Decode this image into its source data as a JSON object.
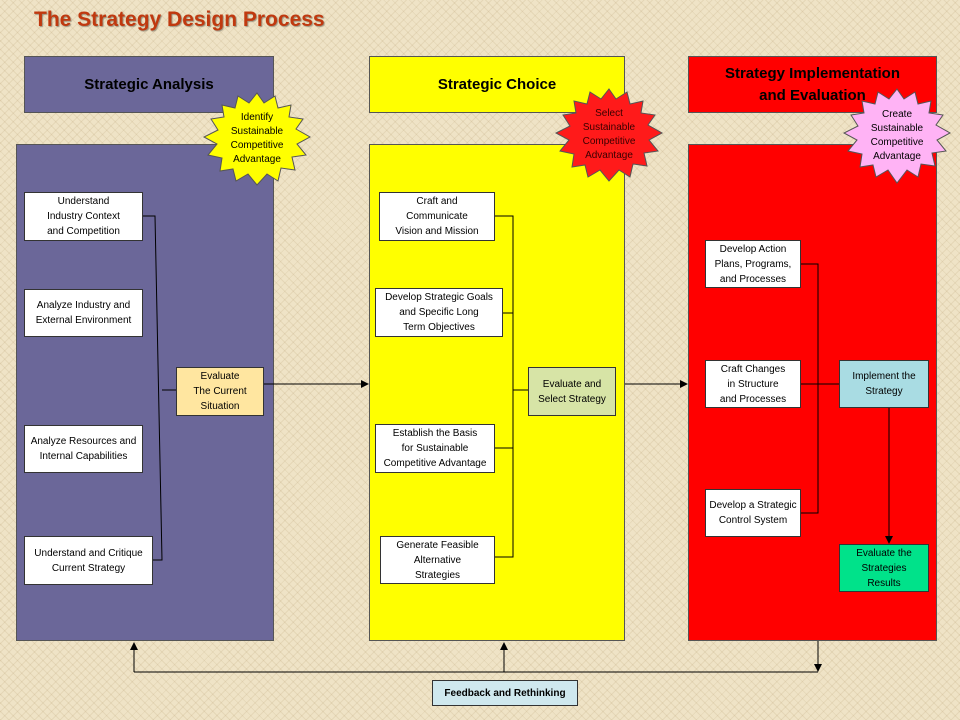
{
  "title": "The Strategy Design Process",
  "colors": {
    "analysis_panel": "#6b6799",
    "choice_panel": "#ffff00",
    "implementation_panel": "#ff0000",
    "evaluate_situation_box": "#ffe6a0",
    "evaluate_strategy_box": "#d7e4a6",
    "implement_box": "#a9dce3",
    "results_box": "#00e28a",
    "feedback_box": "#cfe8ee",
    "title": "#c0390f"
  },
  "columns": {
    "analysis": {
      "header": "Strategic Analysis",
      "badge": "Identify\nSustainable\nCompetitive\nAdvantage",
      "items": [
        "Understand\nIndustry Context\nand Competition",
        "Analyze Industry and\nExternal Environment",
        "Analyze Resources and\nInternal Capabilities",
        "Understand and Critique\nCurrent Strategy"
      ],
      "evaluate": "Evaluate\nThe Current\nSituation"
    },
    "choice": {
      "header": "Strategic Choice",
      "badge": "Select\nSustainable\nCompetitive\nAdvantage",
      "items": [
        "Craft and\nCommunicate\nVision and Mission",
        "Develop Strategic Goals\nand Specific Long\nTerm Objectives",
        "Establish the Basis\nfor Sustainable\nCompetitive Advantage",
        "Generate Feasible\nAlternative\nStrategies"
      ],
      "evaluate": "Evaluate and\nSelect Strategy"
    },
    "implementation": {
      "header": "Strategy Implementation\nand Evaluation",
      "badge": "Create\nSustainable\nCompetitive\nAdvantage",
      "items": [
        "Develop Action\nPlans, Programs,\nand Processes",
        "Craft Changes\nin Structure\nand Processes",
        "Develop a Strategic\nControl System"
      ],
      "implement": "Implement the\nStrategy",
      "results": "Evaluate the\nStrategies\nResults"
    }
  },
  "feedback": "Feedback and Rethinking"
}
